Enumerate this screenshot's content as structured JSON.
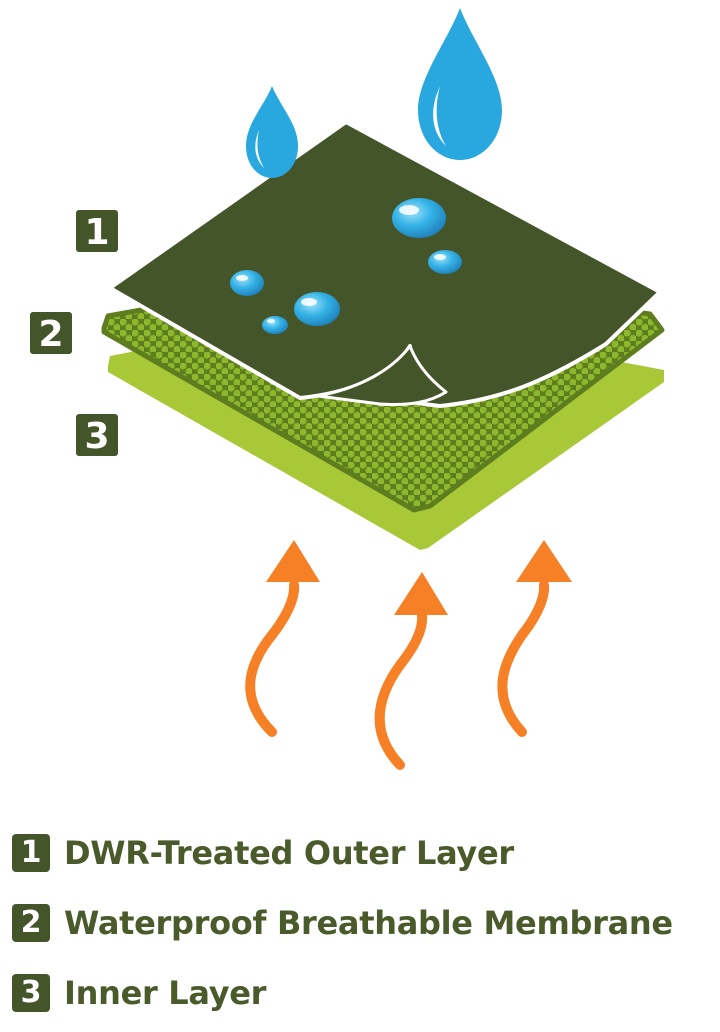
{
  "colors": {
    "dark_olive": "#45552a",
    "membrane_green": "#5e7d1f",
    "membrane_dot": "#8db72c",
    "inner_lime": "#a8c838",
    "water_blue": "#29a8e0",
    "heat_orange": "#f58025",
    "text_olive": "#4a5a2a"
  },
  "icons": {
    "raindrop": "raindrop-icon",
    "water_bead": "water-bead-icon",
    "heat_arrow": "heat-arrow-icon"
  },
  "layers": [
    {
      "number": "1",
      "label": "DWR-Treated Outer Layer"
    },
    {
      "number": "2",
      "label": "Waterproof Breathable Membrane"
    },
    {
      "number": "3",
      "label": "Inner Layer"
    }
  ]
}
